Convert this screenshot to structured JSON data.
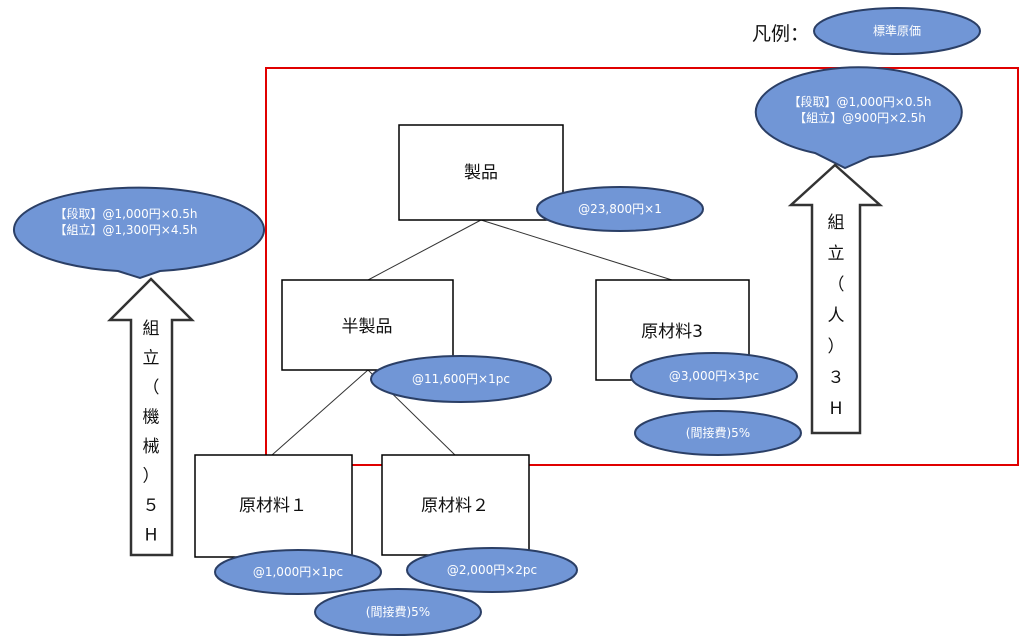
{
  "legend": {
    "label": "凡例：",
    "item": "標準原価"
  },
  "colors": {
    "ellipse_fill": "#7196d6",
    "ellipse_stroke": "#2b3f66",
    "frame": "#e00000"
  },
  "nodes": {
    "product": {
      "label": "製品",
      "cost": "@23,800円×1"
    },
    "semi": {
      "label": "半製品",
      "cost": "@11,600円×1pc"
    },
    "raw3": {
      "label": "原材料3",
      "cost": "@3,000円×3pc",
      "overhead": "(間接費)5%"
    },
    "raw1": {
      "label": "原材料１",
      "cost": "@1,000円×1pc"
    },
    "raw2": {
      "label": "原材料２",
      "cost": "@2,000円×2pc"
    },
    "raw12_overhead": "(間接費)5%"
  },
  "callouts": {
    "manual": {
      "line1": "【段取】@1,000円×0.5h",
      "line2": "【組立】@900円×2.5h"
    },
    "machine": {
      "line1": "【段取】@1,000円×0.5h",
      "line2": "【組立】@1,300円×4.5h"
    }
  },
  "arrows": {
    "manual": [
      "組",
      "立",
      "（",
      "人",
      "）",
      "３",
      "H"
    ],
    "machine": [
      "組",
      "立",
      "（",
      "機",
      "械",
      "）",
      "５",
      "H"
    ]
  }
}
